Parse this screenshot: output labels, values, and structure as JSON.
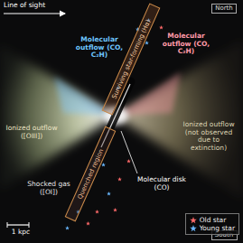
{
  "diagram": {
    "nodes": [
      {
        "text": [
          "North"
        ]
      },
      {
        "text": [
          "Surviving star-forming (Hα)"
        ]
      },
      {
        "text": [
          "Quenched region"
        ]
      },
      {
        "text": [
          "South"
        ]
      }
    ],
    "labels": [
      "Line of sight",
      "Molecular outflow (CO, C₂H)",
      "Molecular outflow (CO, C₂H)",
      "Ionized outflow ([OIII])",
      "Ionized outflow (not observed due to extinction)",
      "Molecular disk (CO)",
      "Shocked gas ([OI])",
      "1 kpc"
    ],
    "legend": [
      {
        "text": "Old star"
      },
      {
        "text": "Young star"
      }
    ]
  }
}
